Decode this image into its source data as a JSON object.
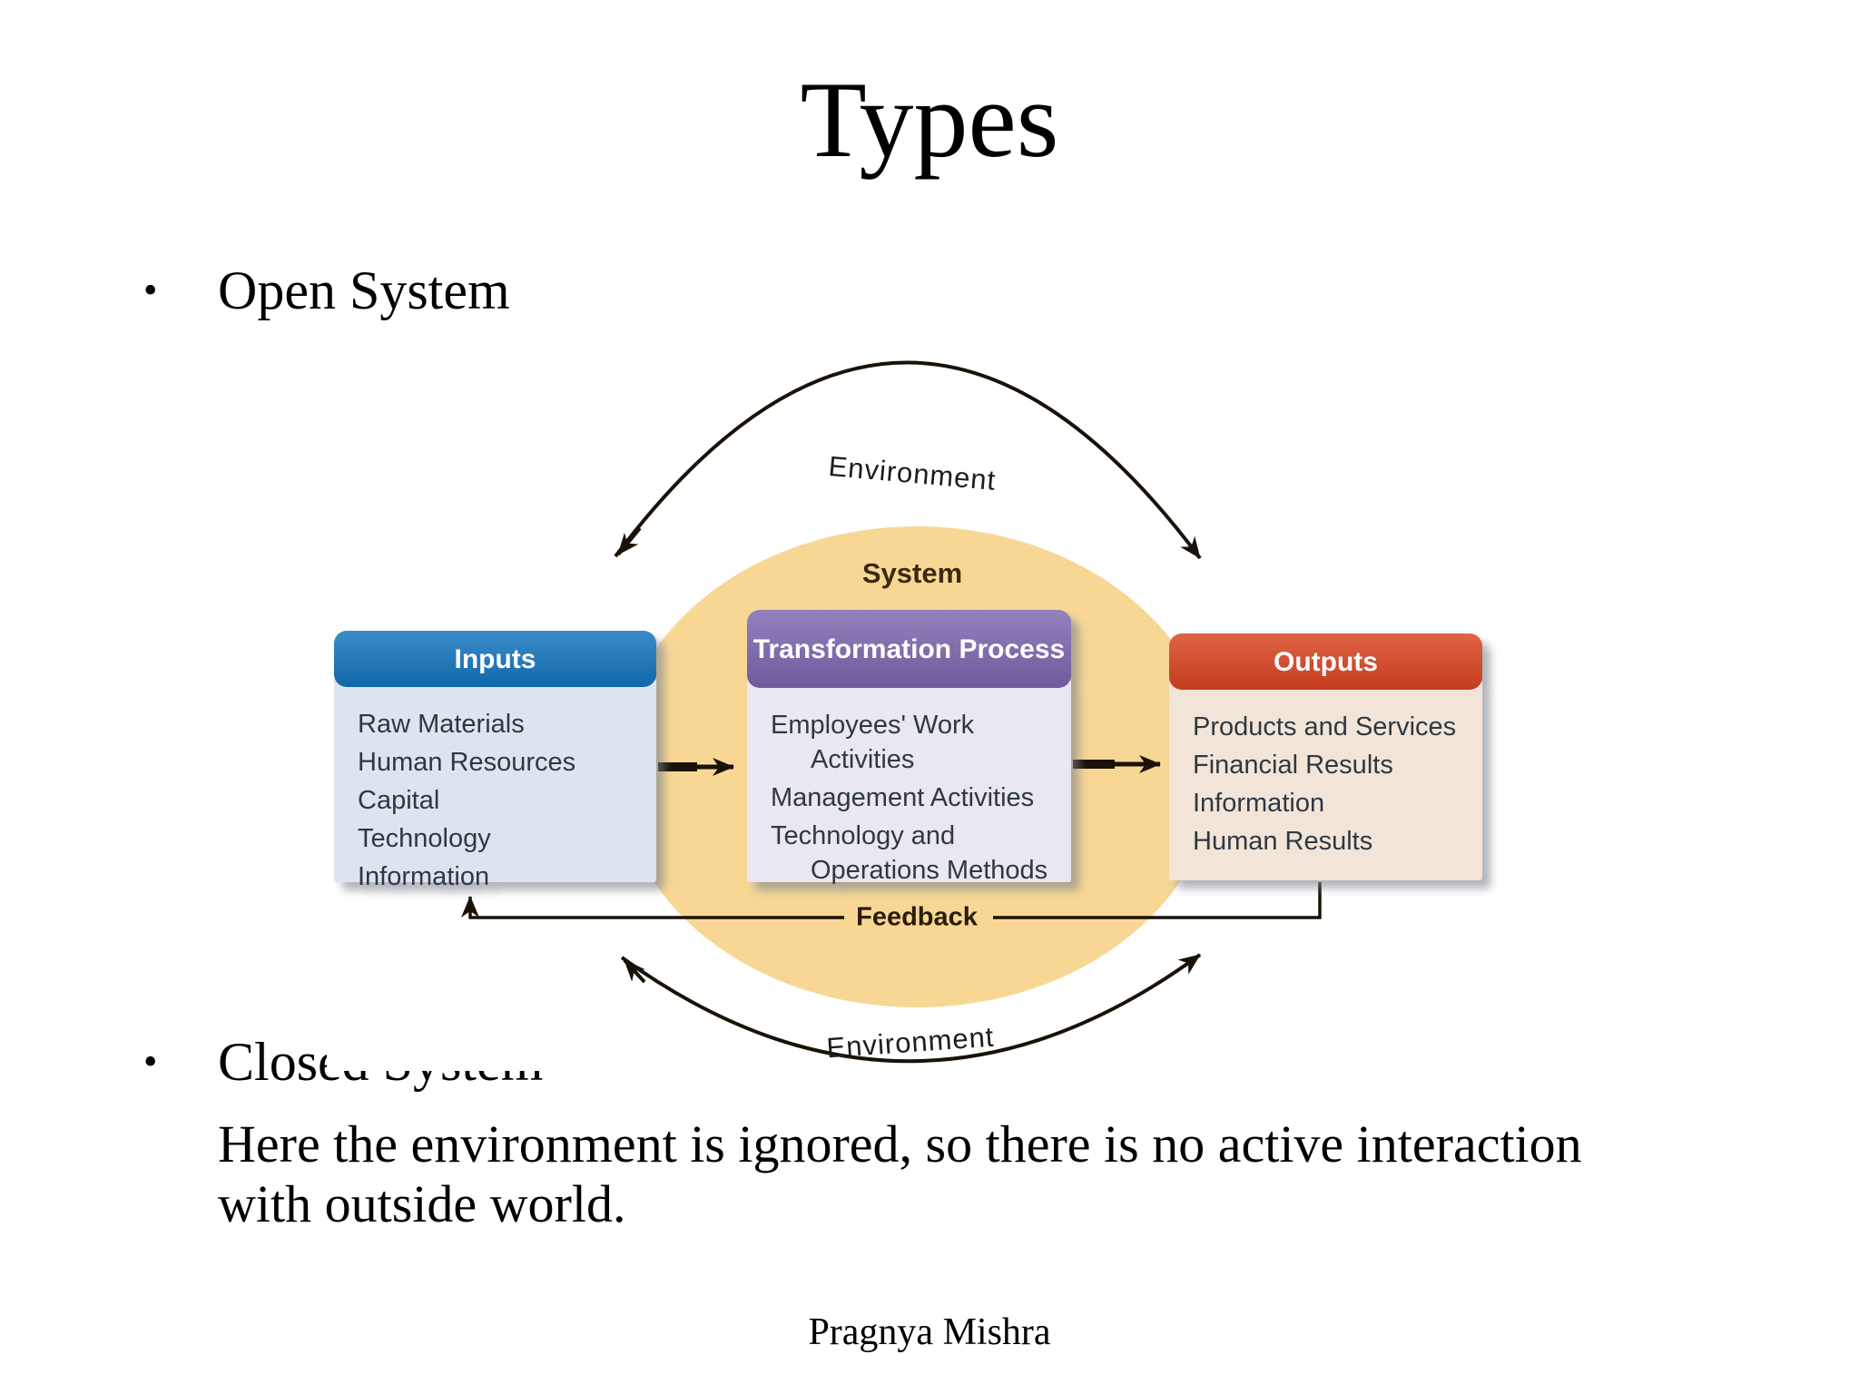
{
  "slide": {
    "title": "Types",
    "bullet_char": "•",
    "bullets": [
      {
        "label": "Open System"
      },
      {
        "label": "Closed System",
        "description": "Here the environment is ignored, so there is no active interaction with outside world."
      }
    ],
    "footer": "Pragnya Mishra"
  },
  "diagram": {
    "environment_top": "Environment",
    "environment_bottom": "Environment",
    "system_label": "System",
    "feedback_label": "Feedback",
    "boxes": [
      {
        "id": "inputs",
        "title": "Inputs",
        "header_color": "#1173BC",
        "body_color": "#DEE4EF",
        "items": [
          "Raw Materials",
          "Human Resources",
          "Capital",
          "Technology",
          "Information"
        ]
      },
      {
        "id": "transformation",
        "title": "Transformation Process",
        "header_color": "#7C65AE",
        "body_color": "#E9E7F2",
        "items": [
          "Employees' Work Activities",
          "Management Activities",
          "Technology and Operations Methods"
        ]
      },
      {
        "id": "outputs",
        "title": "Outputs",
        "header_color": "#D9421F",
        "body_color": "#F2E5D8",
        "items": [
          "Products and Services",
          "Financial Results",
          "Information",
          "Human Results"
        ]
      }
    ],
    "colors": {
      "ellipse": "#F8D795",
      "line": "#1A1208"
    }
  }
}
